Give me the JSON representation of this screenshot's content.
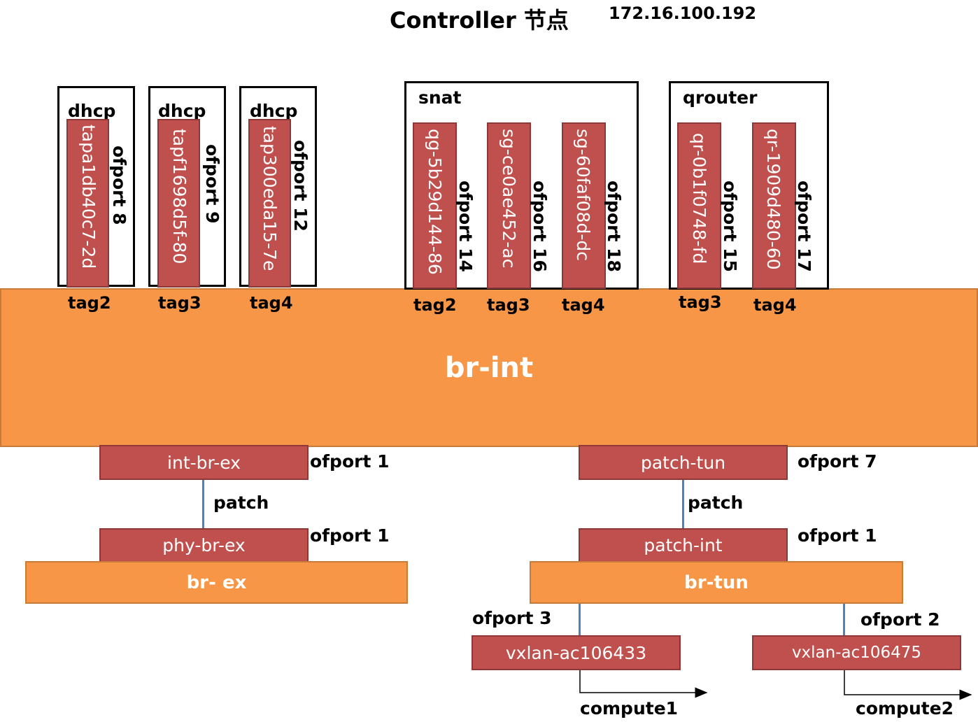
{
  "header": {
    "title": "Controller 节点",
    "ip": "172.16.100.192"
  },
  "namespaces": {
    "dhcp1": {
      "label": "dhcp",
      "port": "tapa1db40c7-2d",
      "ofport": "ofport 8",
      "tag": "tag2"
    },
    "dhcp2": {
      "label": "dhcp",
      "port": "tapf1698d5f-80",
      "ofport": "ofport 9",
      "tag": "tag3"
    },
    "dhcp3": {
      "label": "dhcp",
      "port": "tap300eda15-7e",
      "ofport": "ofport 12",
      "tag": "tag4"
    },
    "snat": {
      "label": "snat",
      "ports": [
        {
          "name": "qg-5b29d144-86",
          "ofport": "ofport 14",
          "tag": "tag2"
        },
        {
          "name": "sg-ce0ae452-ac",
          "ofport": "ofport 16",
          "tag": "tag3"
        },
        {
          "name": "sg-60faf08d-dc",
          "ofport": "ofport 18",
          "tag": "tag4"
        }
      ]
    },
    "qrouter": {
      "label": "qrouter",
      "ports": [
        {
          "name": "qr-0b1f0748-fd",
          "ofport": "ofport 15",
          "tag": "tag3"
        },
        {
          "name": "qr-1909d480-60",
          "ofport": "ofport 17",
          "tag": "tag4"
        }
      ]
    }
  },
  "br_int": {
    "label": "br-int"
  },
  "left": {
    "int_br_ex": {
      "label": "int-br-ex",
      "ofport": "ofport 1"
    },
    "patch": "patch",
    "phy_br_ex": {
      "label": "phy-br-ex",
      "ofport": "ofport 1"
    },
    "br_ex": {
      "label": "br- ex"
    }
  },
  "right": {
    "patch_tun": {
      "label": "patch-tun",
      "ofport": "ofport 7"
    },
    "patch": "patch",
    "patch_int": {
      "label": "patch-int",
      "ofport": "ofport 1"
    },
    "br_tun": {
      "label": "br-tun"
    },
    "vxlan1": {
      "label": "vxlan-ac106433",
      "ofport": "ofport 3",
      "dest": "compute1"
    },
    "vxlan2": {
      "label": "vxlan-ac106475",
      "ofport": "ofport 2",
      "dest": "compute2"
    }
  },
  "colors": {
    "port": "#c0504d",
    "bridge": "#f79646",
    "link": "#4f81bd"
  }
}
